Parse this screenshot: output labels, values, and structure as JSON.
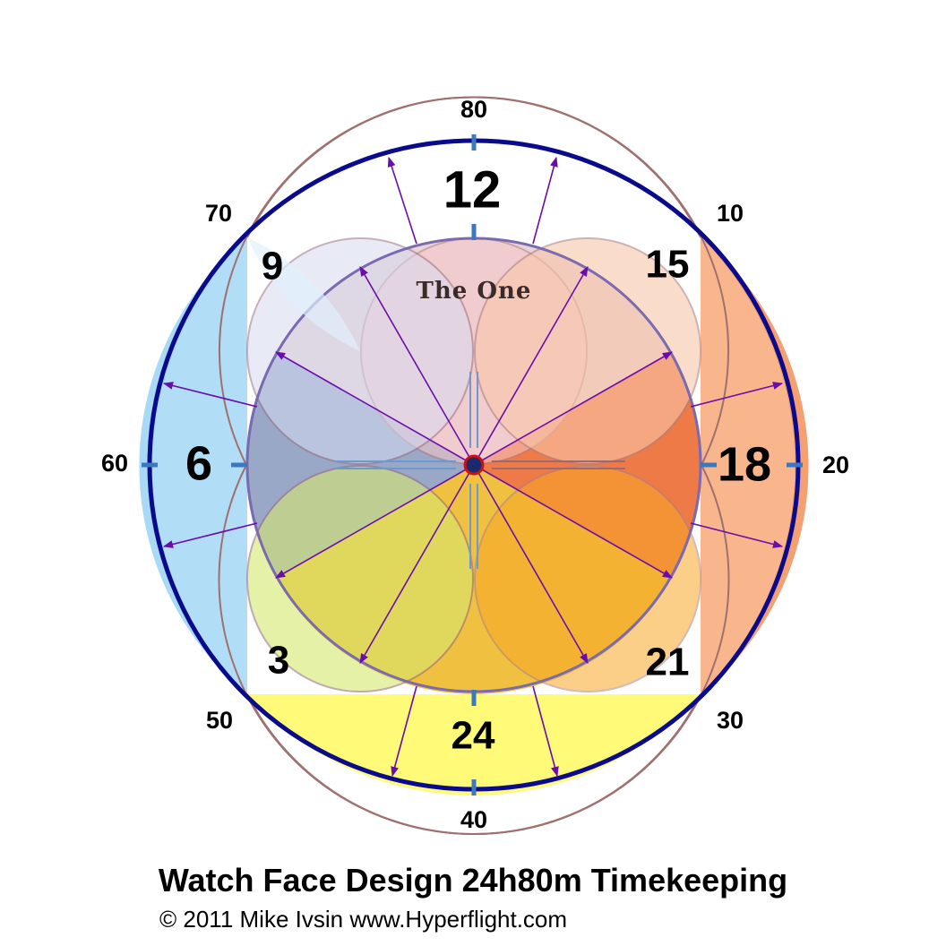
{
  "title": "Watch Face Design 24h80m Timekeeping",
  "credit": "© 2011 Mike Ivsin www.Hyperflight.com",
  "center_label": "The One",
  "hour_labels": {
    "h12": "12",
    "h15": "15",
    "h18": "18",
    "h21": "21",
    "h24": "24",
    "h3": "3",
    "h6": "6",
    "h9": "9"
  },
  "minute_labels": {
    "m80": "80",
    "m10": "10",
    "m20": "20",
    "m30": "30",
    "m40": "40",
    "m50": "50",
    "m60": "60",
    "m70": "70"
  },
  "colors": {
    "outer_ring": "#0a0a8c",
    "ring_blue": "#a8daf5",
    "ring_orange": "#f5a070",
    "ring_yellow": "#fffa78",
    "petal_top": "#f4c8c8",
    "petal_left": "#c4c6e0",
    "petal_right": "#f08050",
    "petal_bottom": "#f0c040",
    "arrow": "#6a0dad",
    "tick": "#3a78c0"
  }
}
